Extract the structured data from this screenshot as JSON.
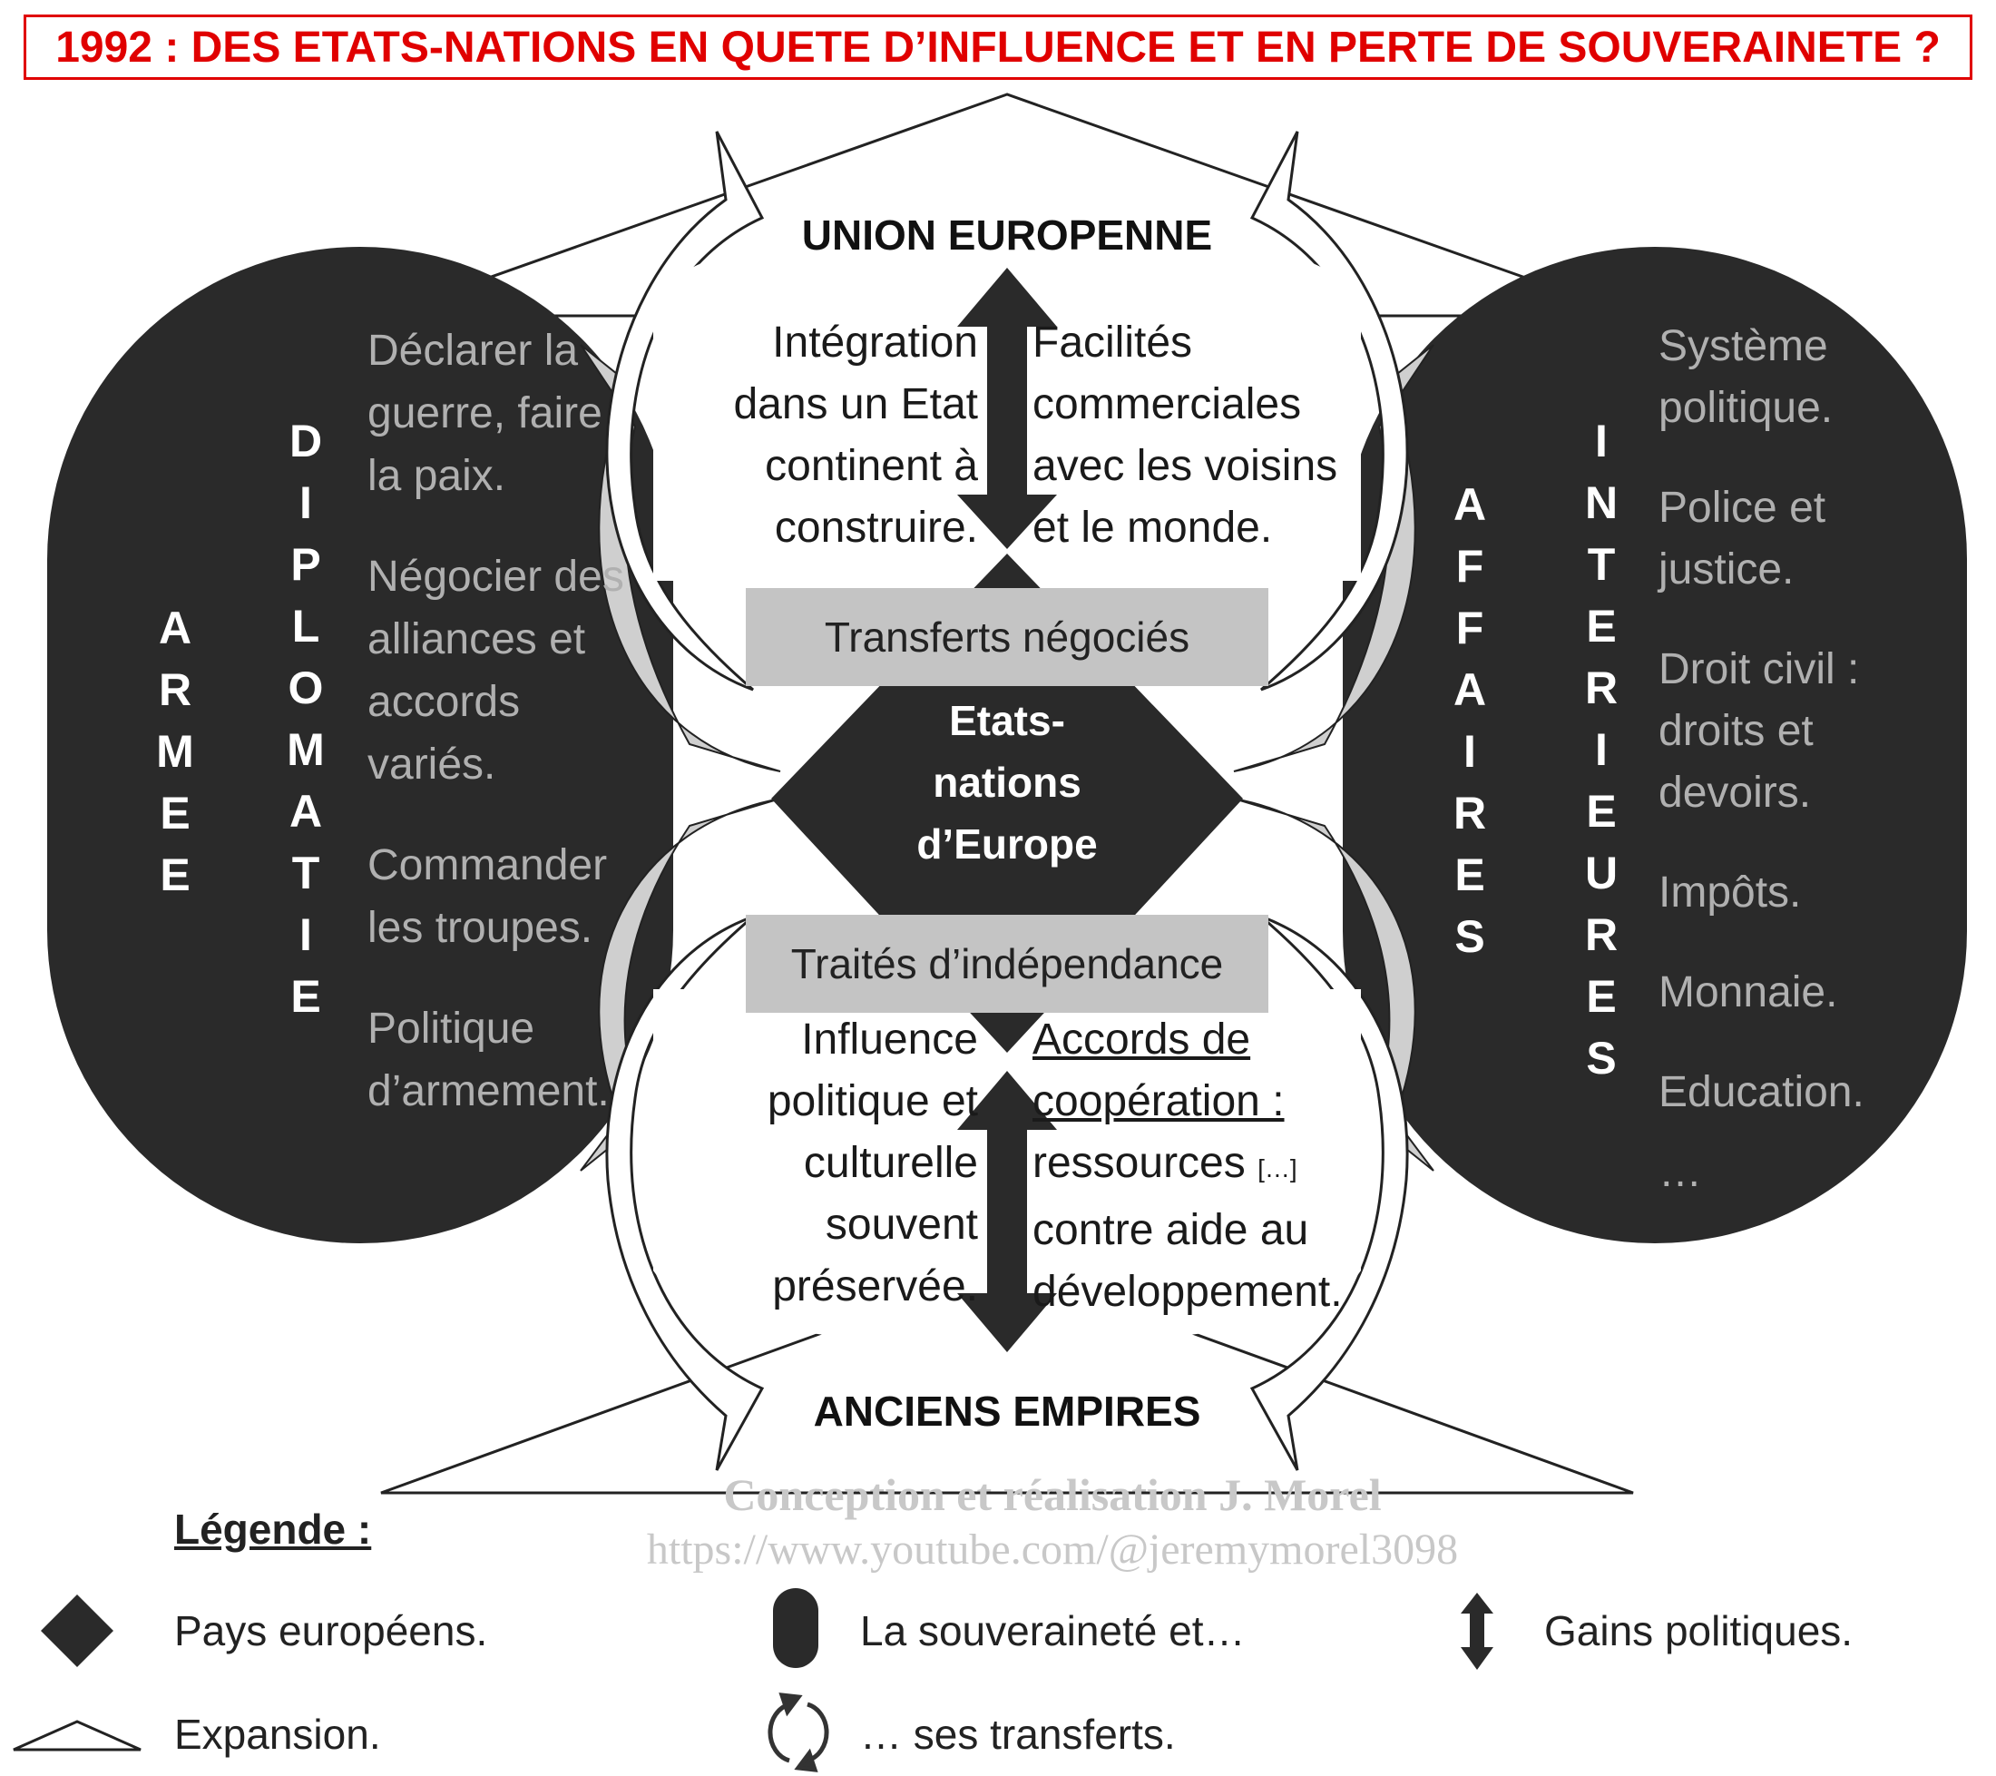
{
  "title": "1992 : DES ETATS-NATIONS EN QUETE D’INFLUENCE ET EN PERTE DE SOUVERAINETE ?",
  "top_label": "UNION EUROPENNE",
  "bottom_label": "ANCIENS EMPIRES",
  "center_label": [
    "Etats-",
    "nations",
    "d’Europe"
  ],
  "upper_box": "Transferts négociés",
  "lower_box": "Traités d’indépendance",
  "upper_left_text": [
    "Intégration",
    "dans un Etat",
    "continent à",
    "construire."
  ],
  "upper_right_text": [
    "Facilités",
    "commerciales",
    "avec les voisins",
    "et le monde."
  ],
  "lower_left_text": [
    "Influence",
    "politique  et",
    "culturelle",
    "souvent",
    "préservée."
  ],
  "lower_right_text": [
    "Accords de",
    "coopération :",
    "ressources",
    "contre aide au",
    "développement."
  ],
  "lower_right_small": "[…]",
  "left_pill": {
    "vertical_1": [
      "A",
      "R",
      "M",
      "E",
      "E"
    ],
    "vertical_2": [
      "D",
      "I",
      "P",
      "L",
      "O",
      "M",
      "A",
      "T",
      "I",
      "E"
    ],
    "items": [
      [
        "Déclarer la",
        "guerre, faire",
        "la paix."
      ],
      [
        "Négocier des",
        "alliances et",
        "accords",
        "variés."
      ],
      [
        "Commander",
        "les troupes."
      ],
      [
        "Politique",
        "d’armement."
      ]
    ]
  },
  "right_pill": {
    "vertical_1": [
      "A",
      "F",
      "F",
      "A",
      "I",
      "R",
      "E",
      "S"
    ],
    "vertical_2": [
      "I",
      "N",
      "T",
      "E",
      "R",
      "I",
      "E",
      "U",
      "R",
      "E",
      "S"
    ],
    "items": [
      [
        "Système",
        "politique."
      ],
      [
        "Police et",
        "justice."
      ],
      [
        "Droit civil :",
        "droits et",
        "devoirs."
      ],
      [
        "Impôts."
      ],
      [
        "Monnaie."
      ],
      [
        "Education."
      ],
      [
        "…"
      ]
    ]
  },
  "watermark": {
    "line1": "Conception et réalisation J. Morel",
    "line2": "https://www.youtube.com/@jeremymorel3098"
  },
  "legend": {
    "heading": "Légende :",
    "items": [
      {
        "icon": "diamond-icon",
        "label": "Pays européens."
      },
      {
        "icon": "triangle-icon",
        "label": "Expansion."
      },
      {
        "icon": "pill-icon",
        "label": "La souveraineté et…"
      },
      {
        "icon": "circular-arrows-icon",
        "label": "… ses transferts."
      },
      {
        "icon": "double-arrow-icon",
        "label": "Gains politiques."
      }
    ]
  },
  "colors": {
    "title_red": "#e00000",
    "dark_fill": "#2a2a2a",
    "light_grey_fill": "#cccccc",
    "grey_text": "#b0b0b0"
  }
}
